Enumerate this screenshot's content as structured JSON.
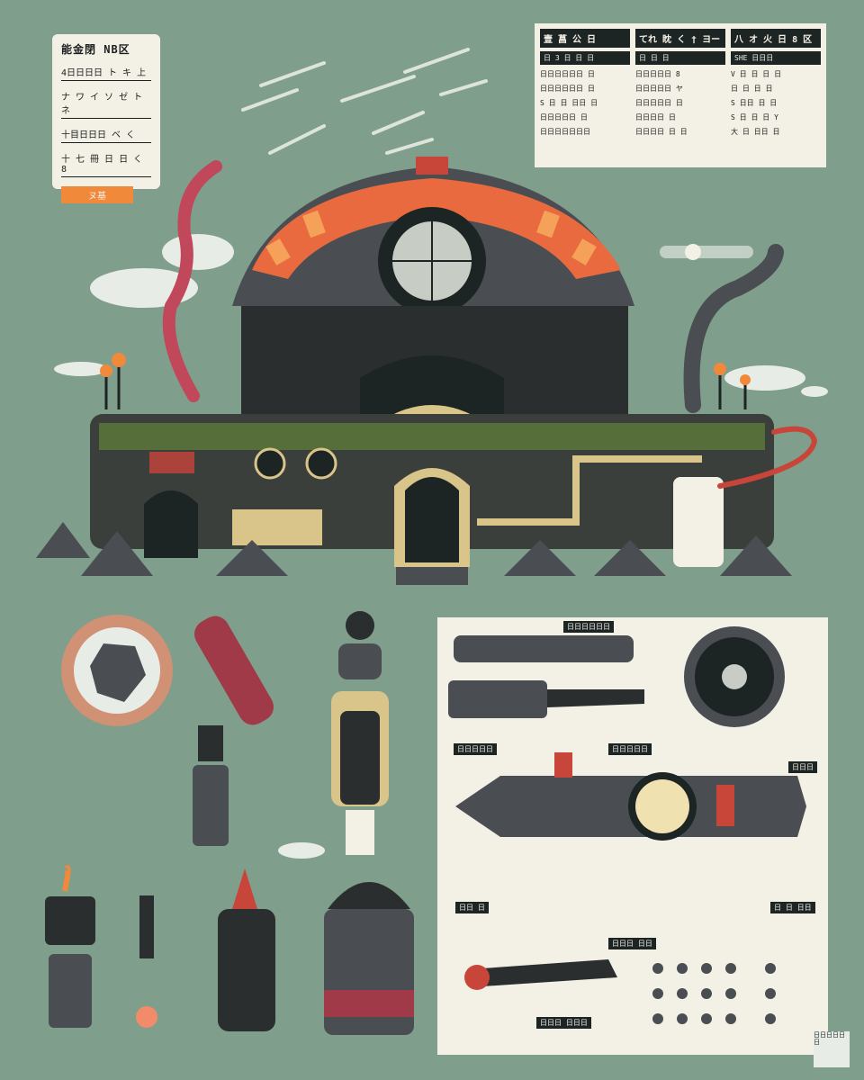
{
  "legend": {
    "title": "能金閉 NB区",
    "rows": [
      "4日日日日 ト キ 上",
      "ナ ワ イ ソ ゼ ト ネ",
      "十目日日日 ベ く",
      "十 七 冊 日 日 く 8"
    ],
    "tag": "ヌ基"
  },
  "spec_sheet": {
    "columns": [
      {
        "header": "壹 菖 公 日",
        "sub": "日 3 日 日 日",
        "lines": [
          "日日日日日日 日",
          "日日日日日日 日",
          "S 日 日 日日 日",
          "日日日日日 日",
          "日日日日日日日"
        ]
      },
      {
        "header": "てれ 眈 く † ヨー",
        "sub": "日 日 日",
        "lines": [
          "日日日日日 8",
          "日日日日日 ヤ",
          "日日日日日 日",
          "日日日日 日",
          "日日日日 日 日"
        ]
      },
      {
        "header": "八 オ 火 日 8 区",
        "sub": "SHE 日日日",
        "lines": [
          "V 日 日 日 日",
          "日 日 日 日",
          "S 日日 日 日",
          "S 日 日 日 Y",
          "大 日 日日 日"
        ]
      }
    ]
  },
  "blueprint_labels": [
    "日日日日日日",
    "日日日日日",
    "日日日日日",
    "日日日",
    "日日 日",
    "日 日 日日",
    "日日日 日日",
    "日日日 日日日",
    "日日日日日日"
  ],
  "colors": {
    "background": "#7f9e8c",
    "paper": "#f3f0e6",
    "ink": "#1d2424",
    "accent_orange": "#f08a3a",
    "accent_red": "#c8453a",
    "steel": "#4a4d52",
    "moss": "#5d7a3a",
    "brass": "#d9c48a"
  }
}
